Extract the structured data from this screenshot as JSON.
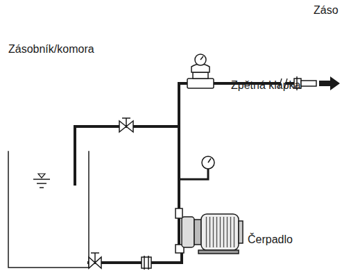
{
  "diagram": {
    "labels": [
      "Záso",
      "Zásobník/komora",
      "Zpětná klapka",
      "Čerpadlo"
    ]
  }
}
